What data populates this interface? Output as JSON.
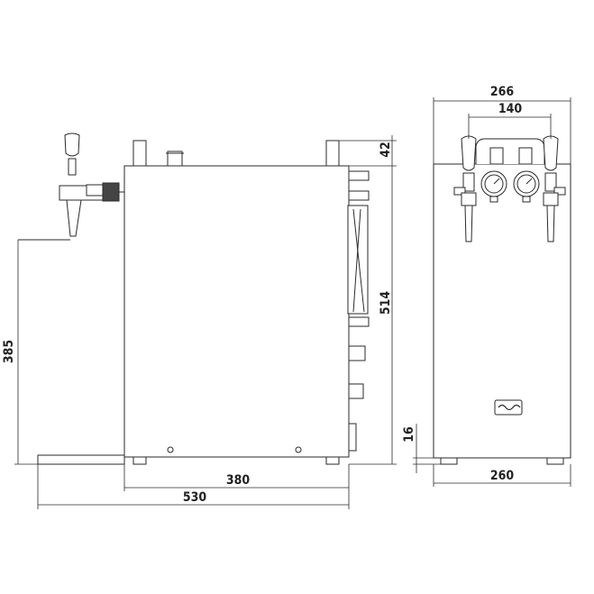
{
  "dimensions": {
    "side_depth_total": "530",
    "side_depth_body": "380",
    "side_tap_height": "385",
    "side_body_height": "514",
    "side_top_protrusion": "42",
    "front_width_total": "266",
    "front_tap_spacing": "140",
    "front_body_width": "260",
    "front_feet_height": "16"
  },
  "colors": {
    "line": "#2a2a2a",
    "dim": "#222222",
    "fill": "#ffffff"
  },
  "icons": [
    "beer-tap-icon",
    "pressure-gauge-icon",
    "brand-logo-plate"
  ]
}
